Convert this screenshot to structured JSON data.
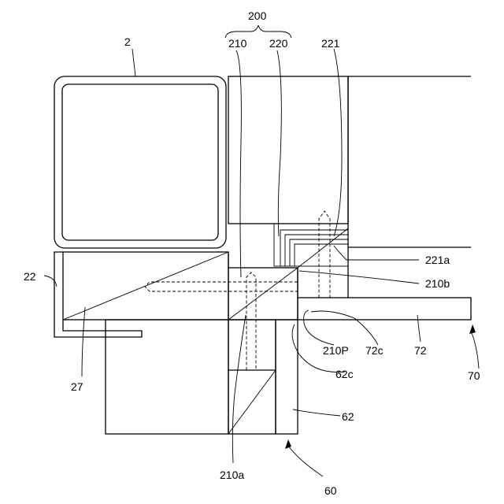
{
  "diagram": {
    "labels": {
      "l200": "200",
      "l2": "2",
      "l210": "210",
      "l220": "220",
      "l221": "221",
      "l22": "22",
      "l221a": "221a",
      "l210b": "210b",
      "l27": "27",
      "l210P": "210P",
      "l72c": "72c",
      "l72": "72",
      "l62c": "62c",
      "l70": "70",
      "l62": "62",
      "l210a": "210a",
      "l60": "60"
    }
  }
}
